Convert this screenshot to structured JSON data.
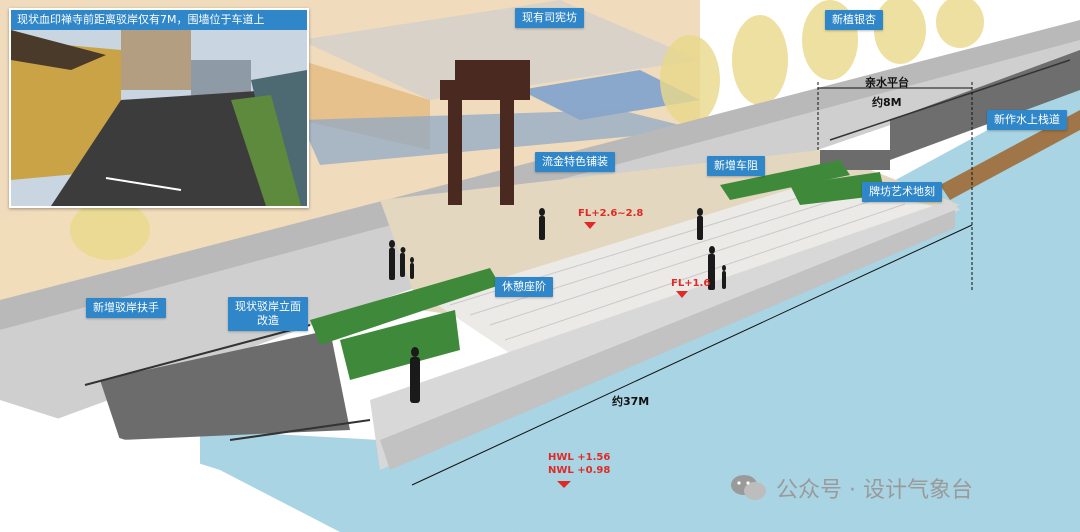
{
  "photo_caption": "现状血印禅寺前距离驳岸仅有7M，围墙位于车道上",
  "callouts": {
    "existing_archway": "现有司宪坊",
    "new_ginkgo": "新植银杏",
    "water_platform": "亲水平台",
    "new_boardwalk": "新作水上栈道",
    "gold_paving": "流金特色铺装",
    "new_bollard": "新增车阻",
    "archway_art": "牌坊艺术地刻",
    "rest_steps": "休憩座阶",
    "new_handrail": "新增驳岸扶手",
    "revetment_renovation": "现状驳岸立面改造"
  },
  "dimensions": {
    "platform_width": "约8M",
    "total_length": "约37M"
  },
  "elevations": {
    "fl_upper": "FL+2.6~2.8",
    "fl_lower": "FL+1.6",
    "hwl": "HWL +1.56",
    "nwl": "NWL +0.98"
  },
  "watermark": {
    "text": "公众号 · 设计气象台",
    "icon": "wechat-icon"
  },
  "colors": {
    "callout_blue": "#2f86c8",
    "water": "#a8d4e4",
    "elevation_red": "#e02a25",
    "temple_wall": "#e8c89a",
    "hedge_green": "#3f8a3a"
  }
}
